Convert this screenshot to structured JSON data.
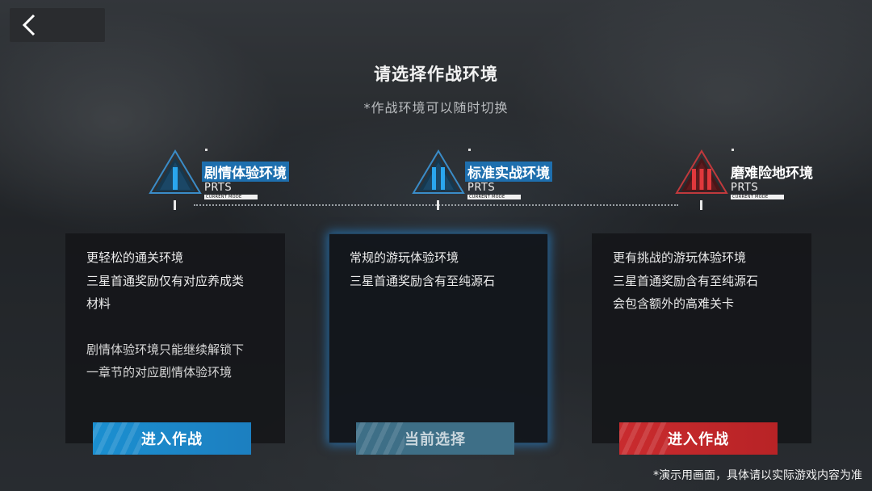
{
  "header": {
    "title": "请选择作战环境",
    "subtitle": "*作战环境可以随时切换"
  },
  "modes": [
    {
      "name": "剧情体验环境",
      "prts": "PRTS",
      "current_mode": "CURRENT MODE",
      "numeral": "I",
      "accent": "#1e8fd6",
      "desc": [
        "更轻松的通关环境",
        "三星首通奖励仅有对应养成类",
        "材料"
      ],
      "note": [
        "剧情体验环境只能继续解锁下",
        "一章节的对应剧情体验环境"
      ],
      "button": "进入作战"
    },
    {
      "name": "标准实战环境",
      "prts": "PRTS",
      "current_mode": "CURRENT MODE",
      "numeral": "II",
      "accent": "#1e8fd6",
      "desc": [
        "常规的游玩体验环境",
        "三星首通奖励含有至纯源石"
      ],
      "note": [],
      "button": "当前选择"
    },
    {
      "name": "磨难险地环境",
      "prts": "PRTS",
      "current_mode": "CURRENT MODE",
      "numeral": "III",
      "accent": "#d0282c",
      "desc": [
        "更有挑战的游玩体验环境",
        "三星首通奖励含有至纯源石",
        "会包含额外的高难关卡"
      ],
      "note": [],
      "button": "进入作战"
    }
  ],
  "disclaimer": "*演示用画面，具体请以实际游戏内容为准"
}
